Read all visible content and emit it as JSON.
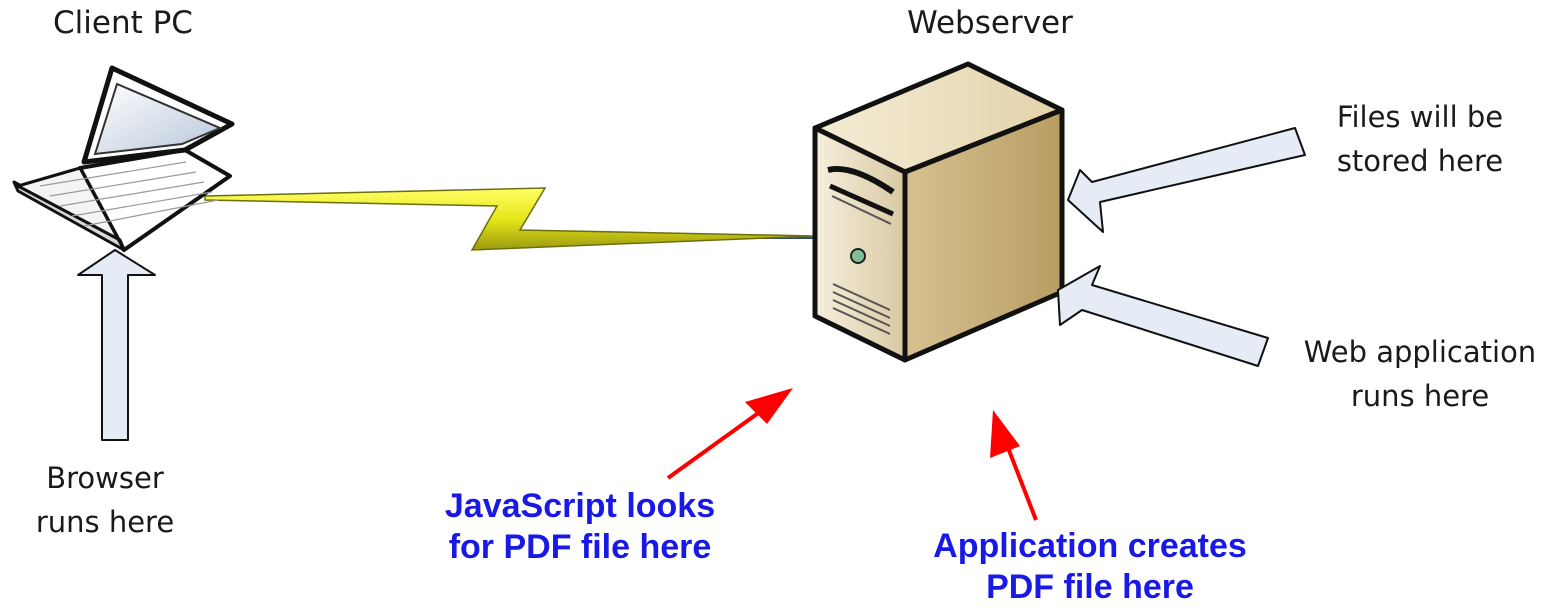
{
  "nodes": {
    "client": {
      "title": "Client PC",
      "icon": "laptop-icon"
    },
    "server": {
      "title": "Webserver",
      "icon": "server-tower-icon"
    }
  },
  "connection": {
    "icon": "lightning-bolt-icon",
    "color": "#e6e619"
  },
  "annotations": {
    "browser": [
      "Browser",
      "runs here"
    ],
    "files": [
      "Files will be",
      "stored here"
    ],
    "webapp": [
      "Web application",
      "runs here"
    ],
    "javascript": [
      "JavaScript looks",
      "for PDF file here"
    ],
    "application": [
      "Application creates",
      "PDF file here"
    ]
  },
  "colors": {
    "note_text": "#1919e6",
    "red_arrow": "#ff0000",
    "block_arrow_fill": "#e6ecf5",
    "server_body": "#e8dcc0"
  }
}
